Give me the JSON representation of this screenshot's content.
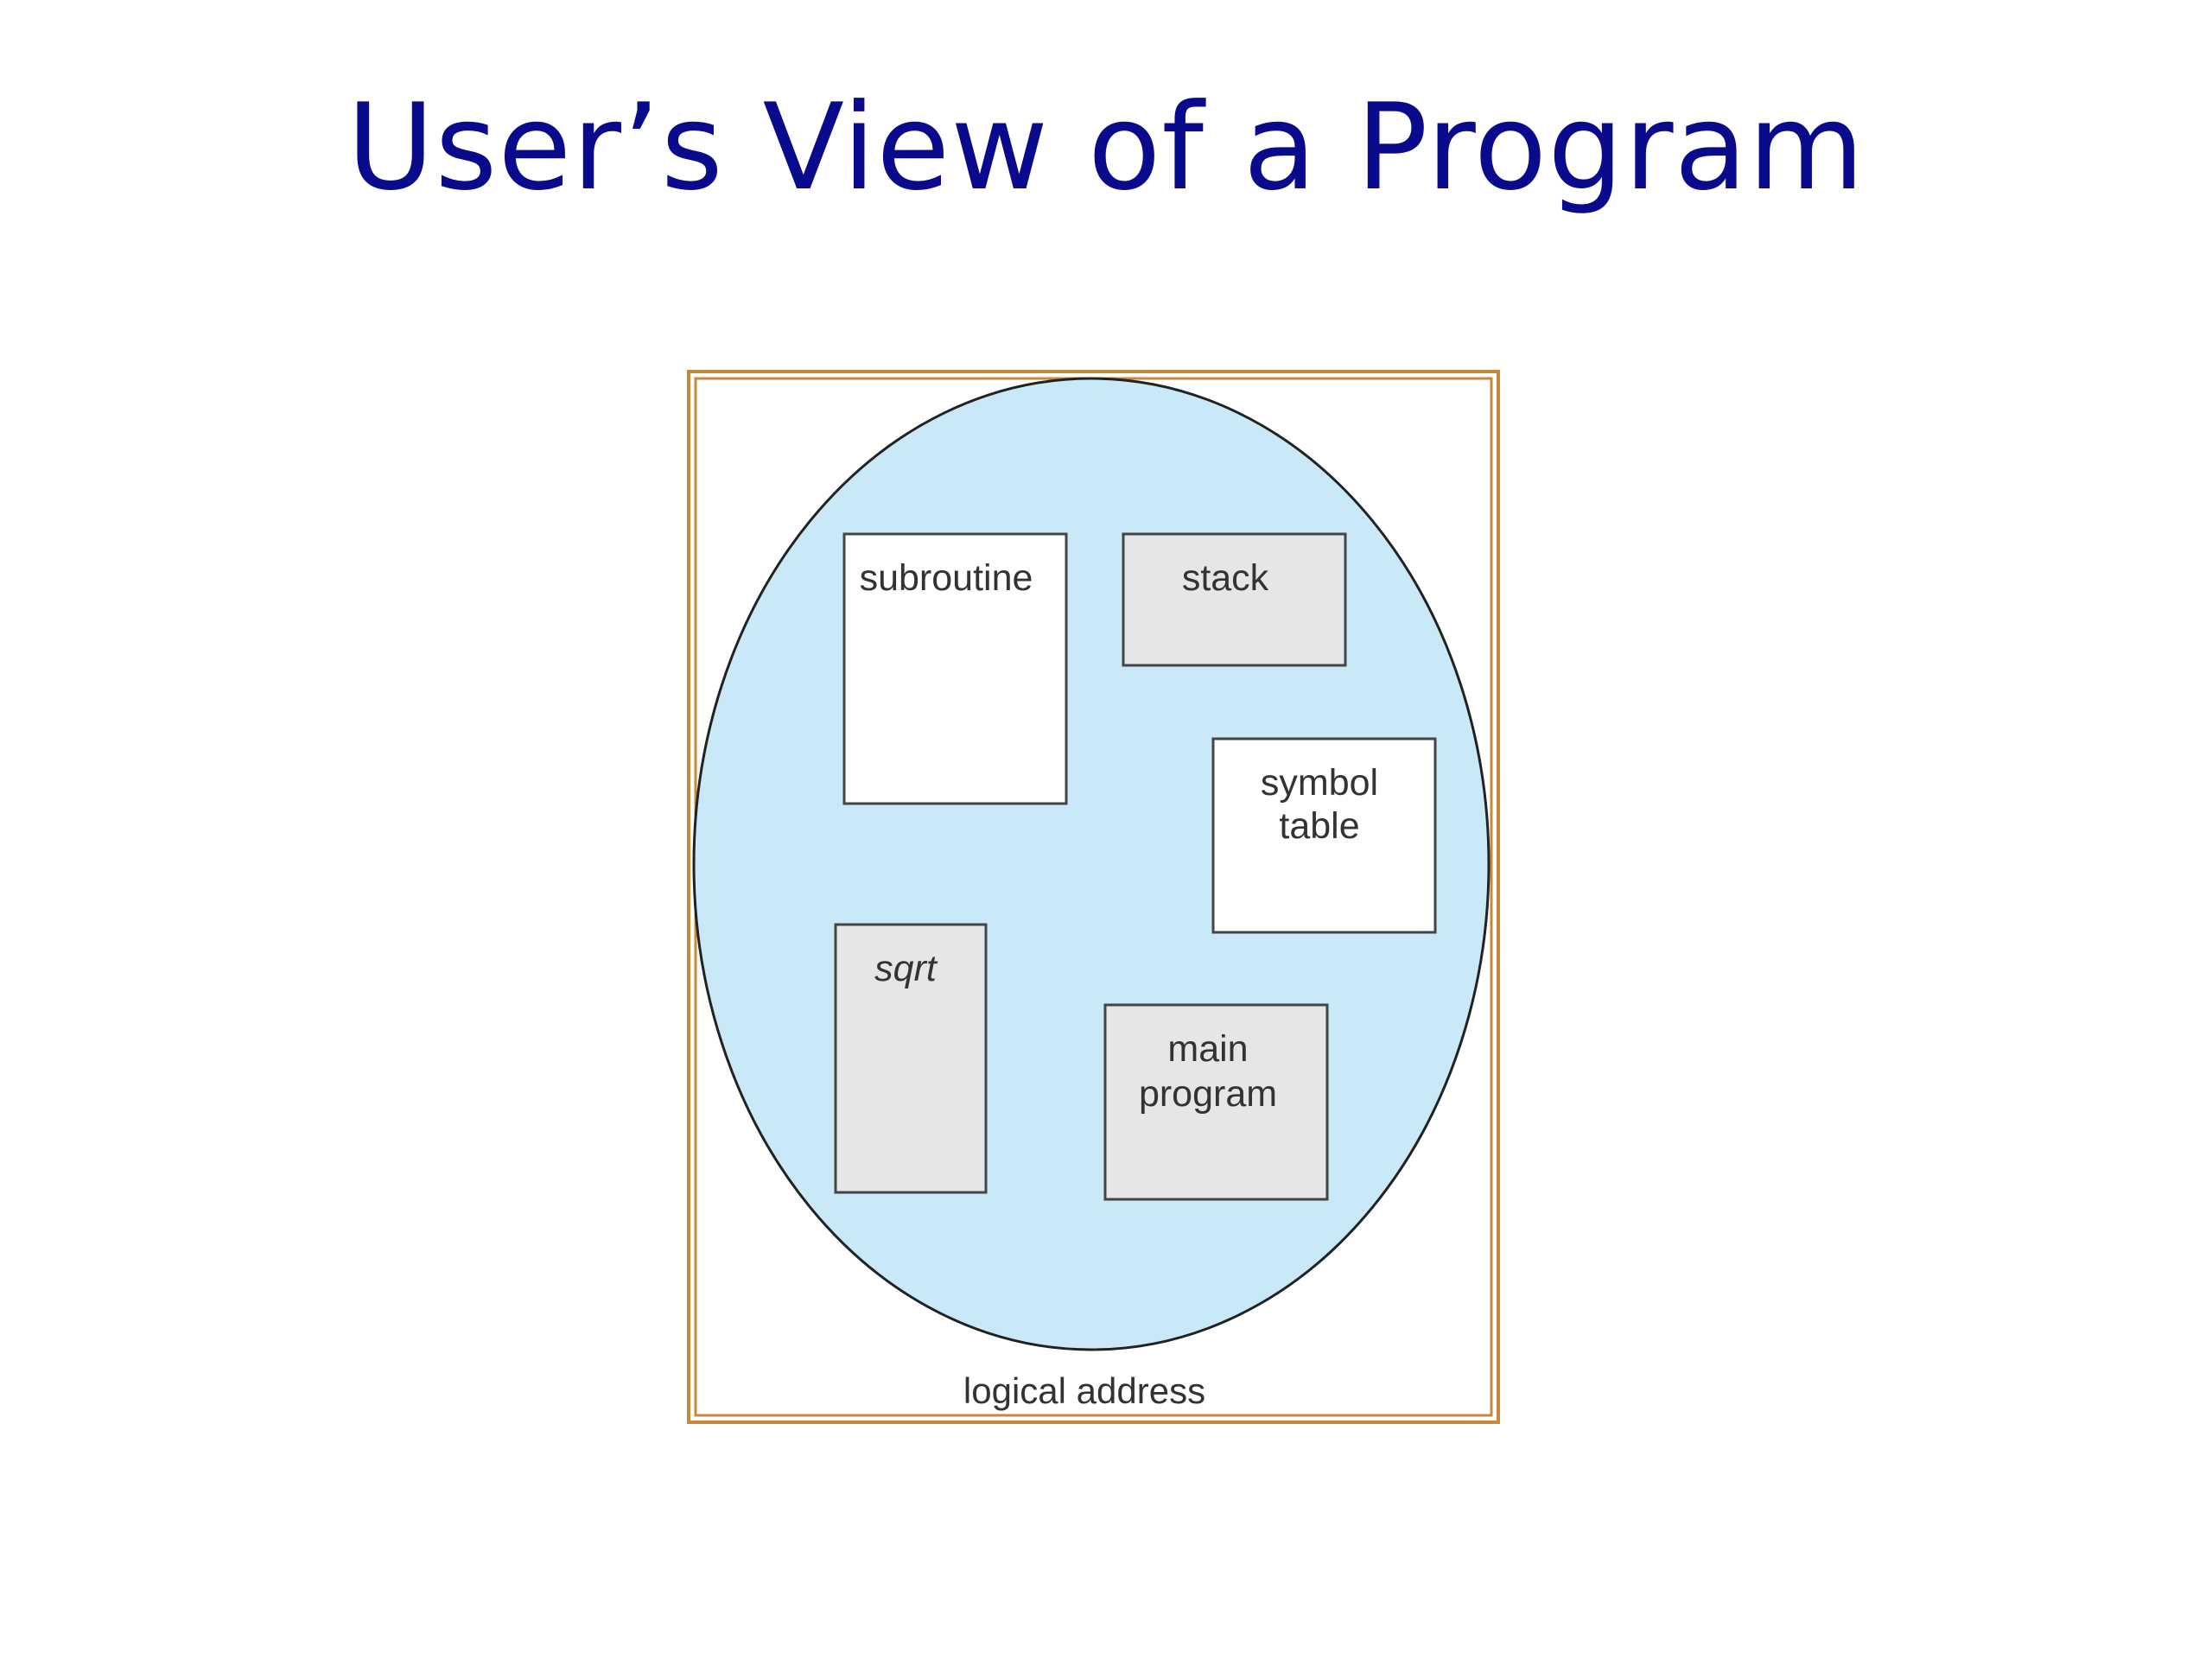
{
  "title": "User’s View of a Program",
  "diagram": {
    "caption": "logical address",
    "segments": [
      {
        "id": "subroutine",
        "lines": [
          "subroutine"
        ],
        "italic": false
      },
      {
        "id": "stack",
        "lines": [
          "stack"
        ],
        "italic": false
      },
      {
        "id": "symbol-table",
        "lines": [
          "symbol",
          "table"
        ],
        "italic": false
      },
      {
        "id": "sqrt",
        "lines": [
          "sqrt"
        ],
        "italic": true
      },
      {
        "id": "main-program",
        "lines": [
          "main",
          "program"
        ],
        "italic": false
      }
    ],
    "colors": {
      "frame": "#c8883c",
      "space_fill": "#c9e8f8",
      "white_segment": "#ffffff",
      "gray_segment": "#e6e6e8",
      "title": "#0a0a8c"
    }
  }
}
